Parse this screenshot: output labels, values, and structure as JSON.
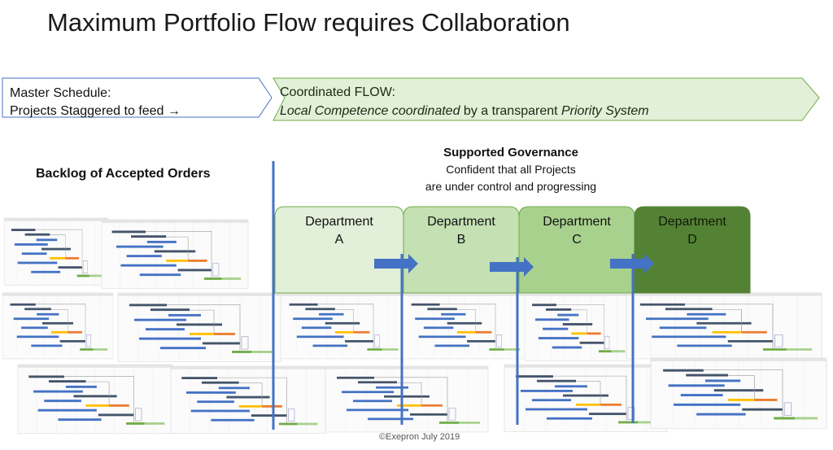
{
  "title": "Maximum Portfolio Flow requires Collaboration",
  "master_schedule": {
    "line1": "Master Schedule:",
    "line2": "Projects Staggered to feed →"
  },
  "coordinated_flow": {
    "line1": "Coordinated FLOW:",
    "line2_italic_a": "Local Competence coordinated",
    "line2_plain": " by a transparent ",
    "line2_italic_b": "Priority System"
  },
  "backlog_label": "Backlog of Accepted Orders",
  "governance": {
    "heading": "Supported Governance",
    "line1": "Confident that all Projects",
    "line2": "are under control and progressing"
  },
  "departments": [
    {
      "name": "Department",
      "letter": "A",
      "color": "#e2efd9"
    },
    {
      "name": "Department",
      "letter": "B",
      "color": "#c5e0b3"
    },
    {
      "name": "Department",
      "letter": "C",
      "color": "#a9d18e"
    },
    {
      "name": "Department",
      "letter": "D",
      "color": "#548235"
    }
  ],
  "colors": {
    "accent_blue": "#4472c4",
    "flow_box": "#e2efd9",
    "flow_border": "#70ad47"
  },
  "copyright": "©Exepron July 2019"
}
